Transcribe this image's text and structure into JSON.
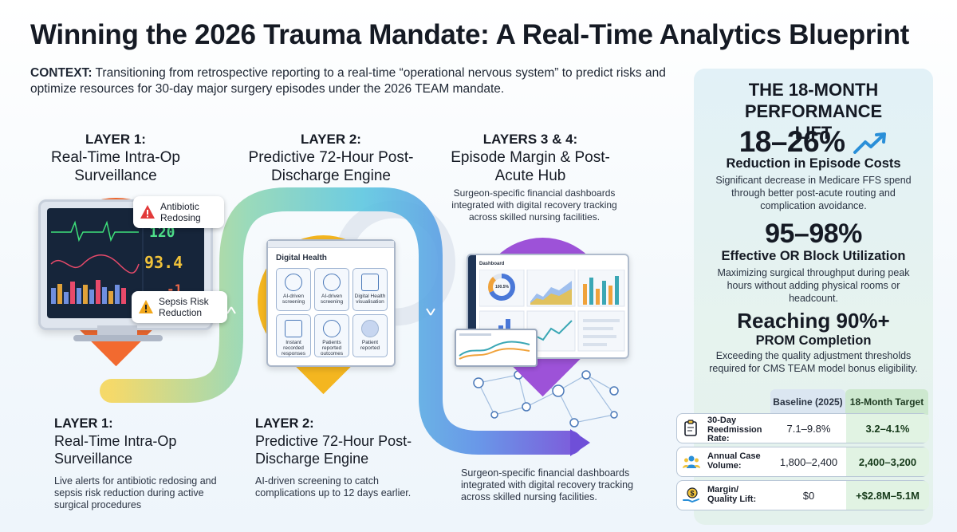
{
  "title": "Winning the 2026 Trauma Mandate: A Real-Time Analytics Blueprint",
  "context": {
    "label": "CONTEXT:",
    "text": " Transitioning from retrospective reporting to a real-time “operational nervous system” to predict risks and optimize resources for 30-day major surgery episodes under the 2026 TEAM mandate."
  },
  "layers_top": {
    "l1": {
      "tag": "LAYER 1:",
      "name": "Real-Time Intra-Op Surveillance"
    },
    "l2": {
      "tag": "LAYER 2:",
      "name": "Predictive 72-Hour Post-Discharge Engine"
    },
    "l3": {
      "tag": "LAYERS 3 & 4:",
      "name": "Episode Margin & Post-Acute Hub",
      "desc": "Surgeon-specific financial dashboards integrated with digital recovery tracking across skilled nursing facilities."
    }
  },
  "layers_bottom": {
    "l1": {
      "tag": "LAYER 1:",
      "name": "Real-Time Intra-Op Surveillance",
      "desc": "Live alerts for antibiotic redosing and sepsis risk reduction during active surgical procedures"
    },
    "l2": {
      "tag": "LAYER 2:",
      "name": "Predictive 72-Hour Post-Discharge Engine",
      "desc": "AI-driven screening to catch complications up to 12 days earlier."
    },
    "l3": {
      "desc": "Surgeon-specific financial dashboards integrated with digital recovery tracking across skilled nursing facilities."
    }
  },
  "monitor": {
    "vitals": [
      "120",
      "93.4",
      "-1"
    ],
    "alerts": [
      {
        "text": "Antibiotic Redosing",
        "icon": "warning-icon"
      },
      {
        "text": "Sepsis Risk Reduction",
        "icon": "warning-icon"
      }
    ]
  },
  "digital_health": {
    "title": "Digital Health",
    "tiles": [
      "AI-driven screening",
      "AI-driven screening",
      "Digital Health visualisation",
      "Instant recorded responses",
      "Patients reported outcomes",
      "Patient reported"
    ]
  },
  "dashboard": {
    "title": "Dashboard",
    "donut_label": "100.5%"
  },
  "panel": {
    "heading": "THE 18-MONTH PERFORMANCE LIFT",
    "metrics": [
      {
        "value": "18–26%",
        "label": "Reduction in Episode Costs",
        "desc": "Significant decrease in Medicare FFS spend through better post-acute routing and complication avoidance."
      },
      {
        "value": "95–98%",
        "label": "Effective OR Block Utilization",
        "desc": "Maximizing surgical throughput during peak hours without adding physical rooms or headcount."
      },
      {
        "value": "Reaching 90%+",
        "label": "PROM Completion",
        "desc": "Exceeding the quality adjustment thresholds required for CMS TEAM model bonus eligibility."
      }
    ],
    "table": {
      "headers": [
        "Baseline (2025)",
        "18-Month Target"
      ],
      "rows": [
        {
          "label": "30-Day Reedmission Rate:",
          "baseline": "7.1–9.8%",
          "target": "3.2–4.1%",
          "icon": "clipboard-icon"
        },
        {
          "label": "Annual Case Volume:",
          "baseline": "1,800–2,400",
          "target": "2,400–3,200",
          "icon": "people-icon"
        },
        {
          "label": "Margin/ Quality Lift:",
          "baseline": "$0",
          "target": "+$2.8M–5.1M",
          "icon": "dollar-hand-icon"
        }
      ]
    }
  },
  "colors": {
    "orange": "#f2662e",
    "yellow": "#f3b51f",
    "purple": "#9b4fd6",
    "teal": "#3aa7b5",
    "blue": "#3b6fd6"
  }
}
